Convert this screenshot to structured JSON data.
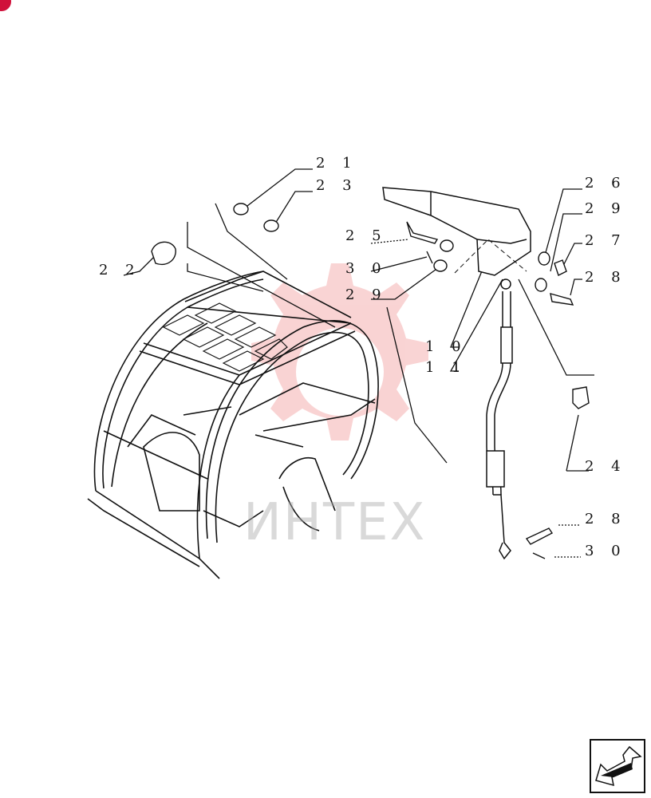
{
  "watermark": {
    "text": "ИНТЕХ",
    "gear_color": "#f2a0a0"
  },
  "corner_badge_color": "#d0103a",
  "callouts": [
    {
      "id": "21",
      "label": "2 1"
    },
    {
      "id": "23",
      "label": "2 3"
    },
    {
      "id": "22",
      "label": "2 2"
    },
    {
      "id": "25",
      "label": "2 5"
    },
    {
      "id": "30a",
      "label": "3 0"
    },
    {
      "id": "29a",
      "label": "2 9"
    },
    {
      "id": "26",
      "label": "2 6"
    },
    {
      "id": "29b",
      "label": "2 9"
    },
    {
      "id": "27",
      "label": "2 7"
    },
    {
      "id": "28a",
      "label": "2 8"
    },
    {
      "id": "10",
      "label": "1 0"
    },
    {
      "id": "11",
      "label": "1 1"
    },
    {
      "id": "24",
      "label": "2 4"
    },
    {
      "id": "28b",
      "label": "2 8"
    },
    {
      "id": "30b",
      "label": "3 0"
    }
  ],
  "nav": {
    "icon": "arrow-back-icon"
  }
}
